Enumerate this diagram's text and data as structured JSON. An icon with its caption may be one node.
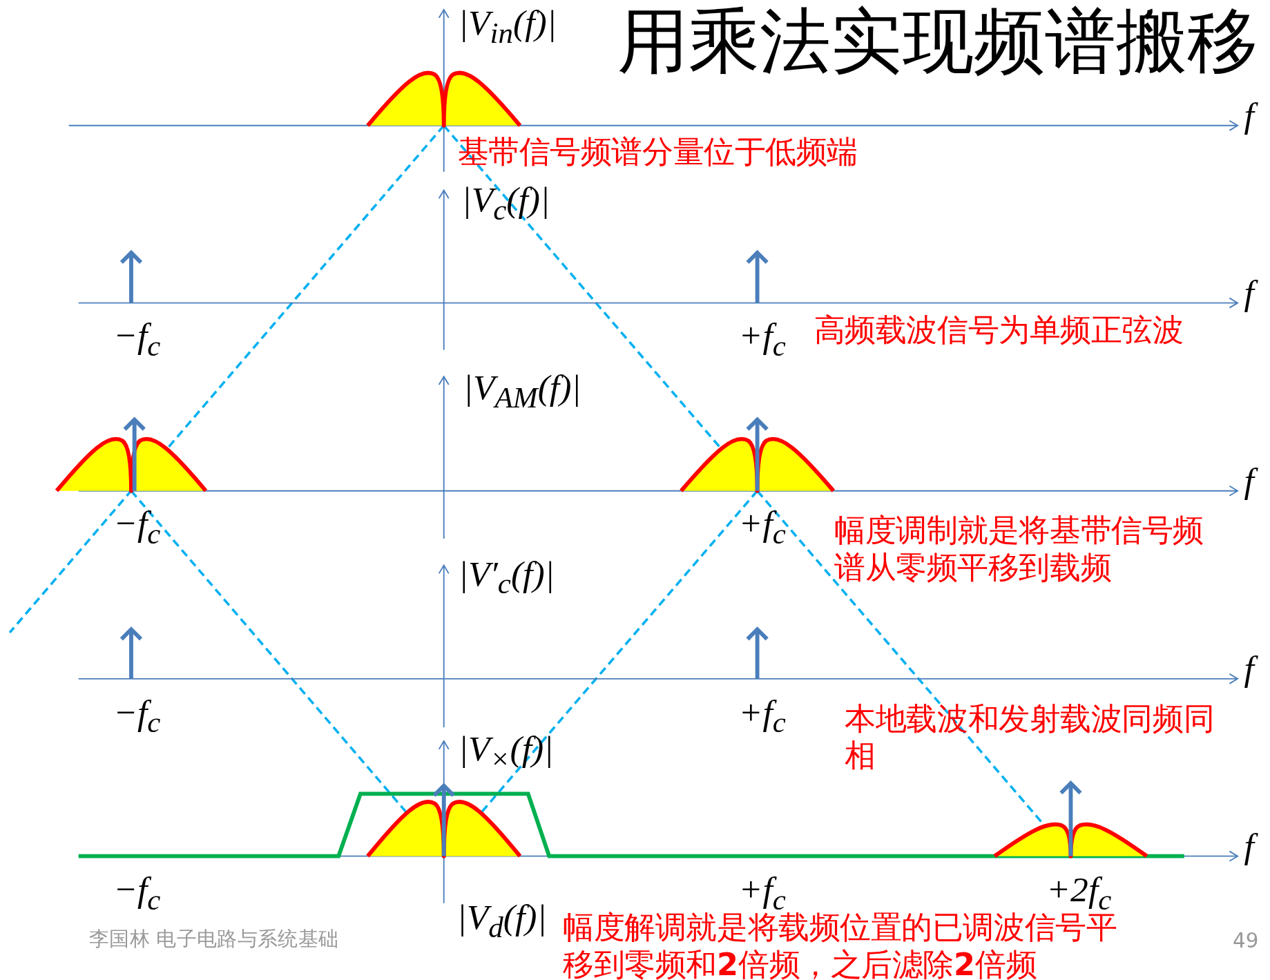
{
  "diagram": {
    "title": "用乘法实现频谱搬移",
    "labels": [
      "|V$_{in}$(f)|",
      "f",
      "基带信号频谱分量位于低频端",
      "|V$_{c}$(f)|",
      "f",
      "−f$_{c}$",
      "+f$_{c}$",
      "高频载波信号为单频正弦波",
      "|V$_{AM}$(f)|",
      "f",
      "−f$_{c}$",
      "+f$_{c}$",
      "幅度调制就是将基带信号频谱从零频平移到载频",
      "|V′$_{c}$(f)|",
      "f",
      "−f$_{c}$",
      "+f$_{c}$",
      "本地载波和发射载波同频同相",
      "|V$_{×}$(f)|",
      "f",
      "−f$_{c}$",
      "+f$_{c}$",
      "+2f$_{c}$",
      "|V$_{d}$(f)|",
      "幅度解调就是将载频位置的已调波信号平移到零频和**2**倍频，之后滤除**2**倍频",
      "李国林 电子电路与系统基础",
      "49"
    ]
  }
}
